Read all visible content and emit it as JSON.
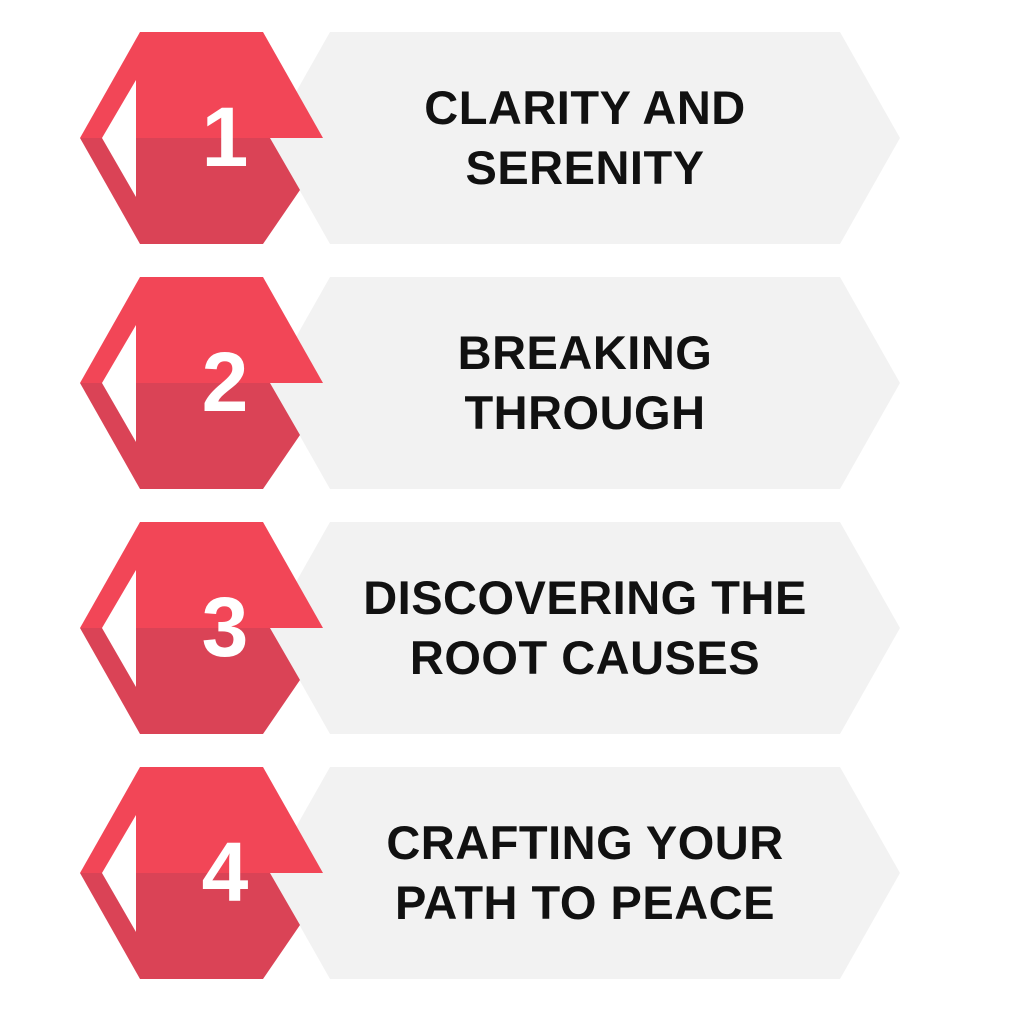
{
  "colors": {
    "top": "#f24657",
    "bottom": "#da4356",
    "panel": "#f2f2f2",
    "text": "#111111"
  },
  "steps": [
    {
      "number": "1",
      "line1": "CLARITY AND",
      "line2": "SERENITY"
    },
    {
      "number": "2",
      "line1": "BREAKING",
      "line2": "THROUGH"
    },
    {
      "number": "3",
      "line1": "DISCOVERING THE",
      "line2": "ROOT CAUSES"
    },
    {
      "number": "4",
      "line1": "CRAFTING YOUR",
      "line2": "PATH TO PEACE"
    }
  ]
}
